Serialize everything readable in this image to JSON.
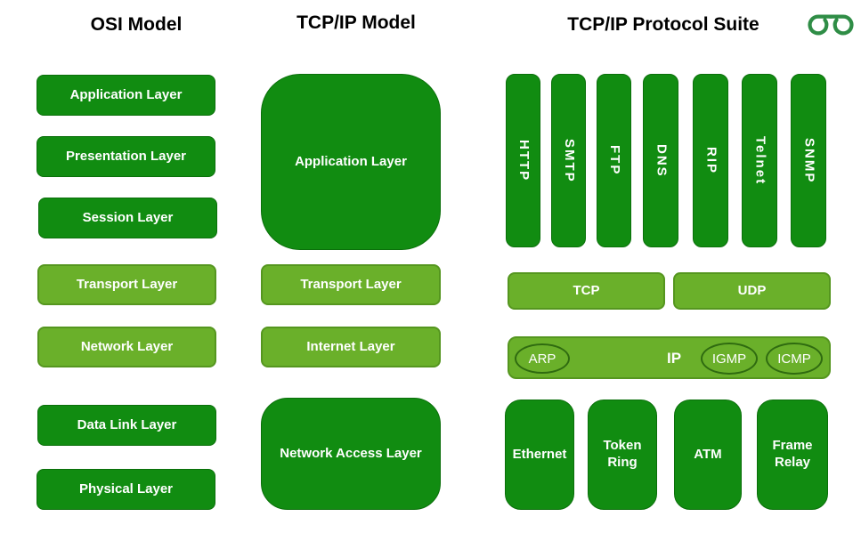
{
  "headers": {
    "osi": "OSI Model",
    "tcpip": "TCP/IP Model",
    "suite": "TCP/IP Protocol Suite"
  },
  "colors": {
    "dark_green": "#118C11",
    "light_green": "#6AB02A",
    "logo_green": "#2F8D46",
    "text_on_box": "#ffffff",
    "title_text": "#000000"
  },
  "osi_model": {
    "layers": [
      "Application Layer",
      "Presentation Layer",
      "Session Layer",
      "Transport Layer",
      "Network Layer",
      "Data Link Layer",
      "Physical Layer"
    ]
  },
  "tcpip_model": {
    "layers": [
      "Application Layer",
      "Transport Layer",
      "Internet Layer",
      "Network Access Layer"
    ]
  },
  "protocol_suite": {
    "application_protocols": [
      "HTTP",
      "SMTP",
      "FTP",
      "DNS",
      "RIP",
      "Telnet",
      "SNMP"
    ],
    "transport_protocols": [
      "TCP",
      "UDP"
    ],
    "internet_row": {
      "arp": "ARP",
      "ip": "IP",
      "igmp": "IGMP",
      "icmp": "ICMP"
    },
    "network_access_technologies": [
      "Ethernet",
      "Token Ring",
      "ATM",
      "Frame Relay"
    ]
  }
}
